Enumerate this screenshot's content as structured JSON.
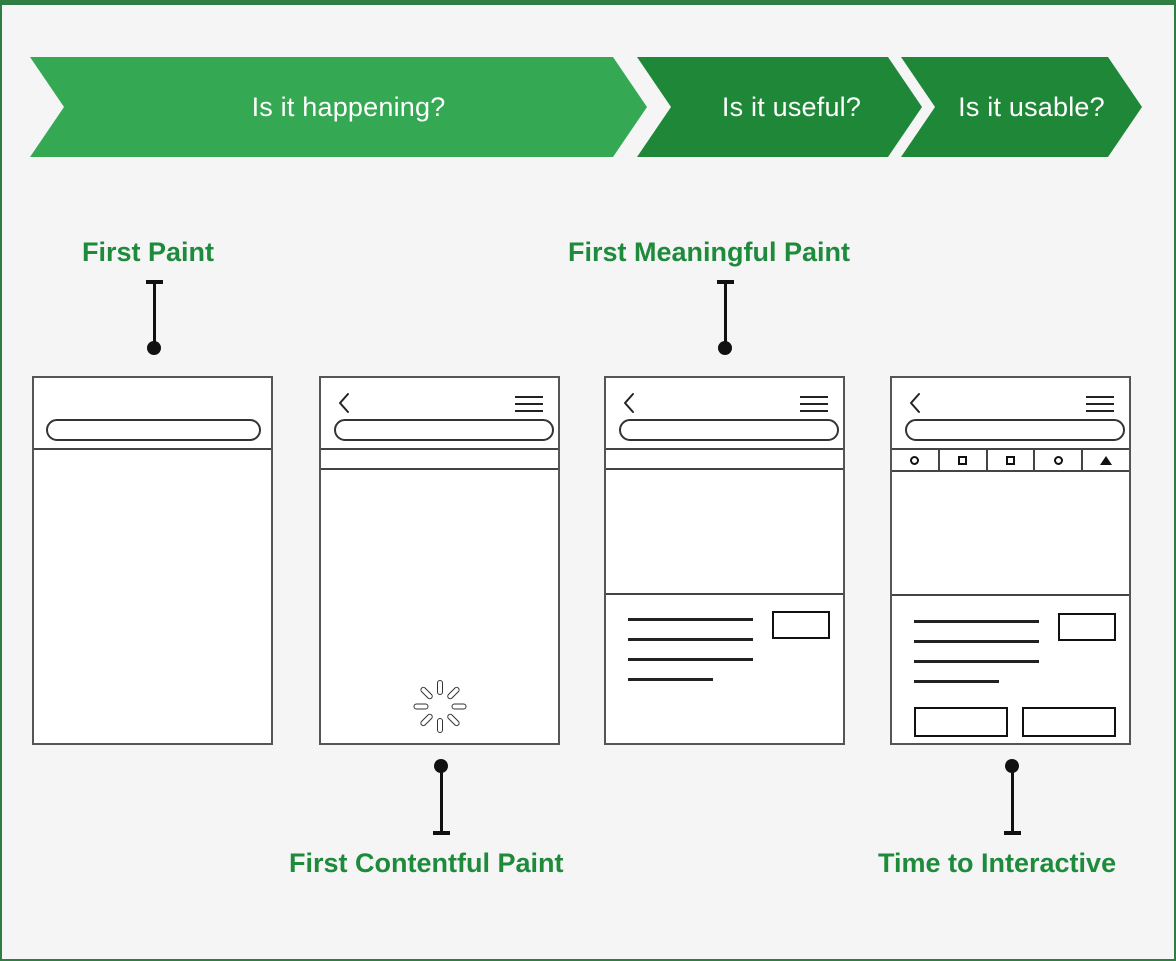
{
  "page": {
    "background_color": "#f5f5f5",
    "border_color": "#2f7d43"
  },
  "banner": {
    "name": "performance-phase-banner",
    "segments": [
      {
        "label": "Is it happening?",
        "color": "#34a853"
      },
      {
        "label": "Is it useful?",
        "color": "#1e8838"
      },
      {
        "label": "Is it usable?",
        "color": "#1e8838"
      }
    ]
  },
  "metrics": [
    {
      "key": "first_paint",
      "label": "First Paint",
      "position": "top",
      "color": "#1e8a3c"
    },
    {
      "key": "first_meaningful_paint",
      "label": "First Meaningful Paint",
      "position": "top",
      "color": "#1e8a3c"
    },
    {
      "key": "first_contentful_paint",
      "label": "First Contentful Paint",
      "position": "bottom",
      "color": "#1e8a3c"
    },
    {
      "key": "time_to_interactive",
      "label": "Time to Interactive",
      "position": "bottom",
      "color": "#1e8a3c"
    }
  ],
  "mockups": [
    {
      "key": "stage-first-paint",
      "has_back_icon": false,
      "has_menu_icon": false,
      "has_search_pill": true,
      "has_sub_bar": false,
      "has_tool_bar": false,
      "has_spinner": false,
      "has_text_lines": false,
      "has_thumbnail": false,
      "has_buttons": false
    },
    {
      "key": "stage-first-contentful-paint",
      "has_back_icon": true,
      "has_menu_icon": true,
      "has_search_pill": true,
      "has_sub_bar": true,
      "has_tool_bar": false,
      "has_spinner": true,
      "has_text_lines": false,
      "has_thumbnail": false,
      "has_buttons": false
    },
    {
      "key": "stage-first-meaningful-paint",
      "has_back_icon": true,
      "has_menu_icon": true,
      "has_search_pill": true,
      "has_sub_bar": true,
      "has_tool_bar": false,
      "has_spinner": false,
      "has_text_lines": true,
      "has_thumbnail": true,
      "has_buttons": false
    },
    {
      "key": "stage-time-to-interactive",
      "has_back_icon": true,
      "has_menu_icon": true,
      "has_search_pill": true,
      "has_sub_bar": false,
      "has_tool_bar": true,
      "has_spinner": false,
      "has_text_lines": true,
      "has_thumbnail": true,
      "has_buttons": true
    }
  ],
  "toolbar_icons": [
    "circle-icon",
    "square-icon",
    "square-icon",
    "circle-icon",
    "triangle-icon"
  ],
  "icons": {
    "back": "back-chevron-icon",
    "menu": "hamburger-menu-icon",
    "search": "search-field-pill",
    "spinner": "loading-spinner-icon"
  }
}
